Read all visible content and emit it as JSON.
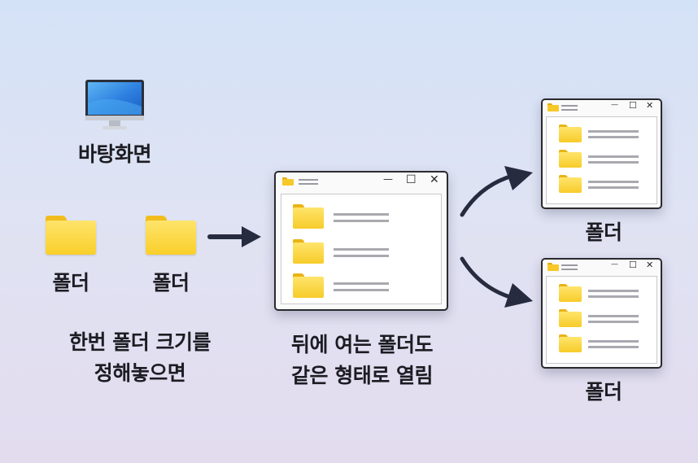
{
  "desktop": {
    "label": "바탕화면",
    "icon": "monitor-icon"
  },
  "left_folders": [
    {
      "label": "폴더"
    },
    {
      "label": "폴더"
    }
  ],
  "left_caption": {
    "line1": "한번 폴더 크기를",
    "line2": "정해놓으면"
  },
  "center_caption": {
    "line1": "뒤에 여는 폴더도",
    "line2": "같은 형태로 열림"
  },
  "right_windows": [
    {
      "label": "폴더"
    },
    {
      "label": "폴더"
    }
  ],
  "window_controls": {
    "minimize": "—",
    "maximize": "☐",
    "close": "✕"
  },
  "colors": {
    "folder_yellow": "#f9cf2a",
    "arrow": "#272b3f",
    "window_border": "#2a2a2f",
    "background_top": "#d4e2f7",
    "background_bottom": "#e3dcef"
  }
}
